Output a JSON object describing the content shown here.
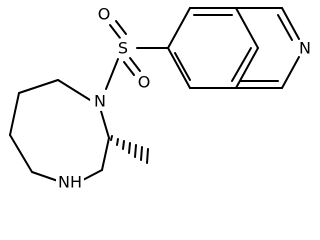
{
  "molecule": {
    "atoms": {
      "isoquinoline_n": "N",
      "sulfonyl_s": "S",
      "sulfonyl_o_top": "O",
      "sulfonyl_o_bottom": "O",
      "ring_n": "N",
      "amine_nh": "NH"
    },
    "colors": {
      "bond": "#000000",
      "label": "#000000",
      "background": "#ffffff"
    }
  }
}
